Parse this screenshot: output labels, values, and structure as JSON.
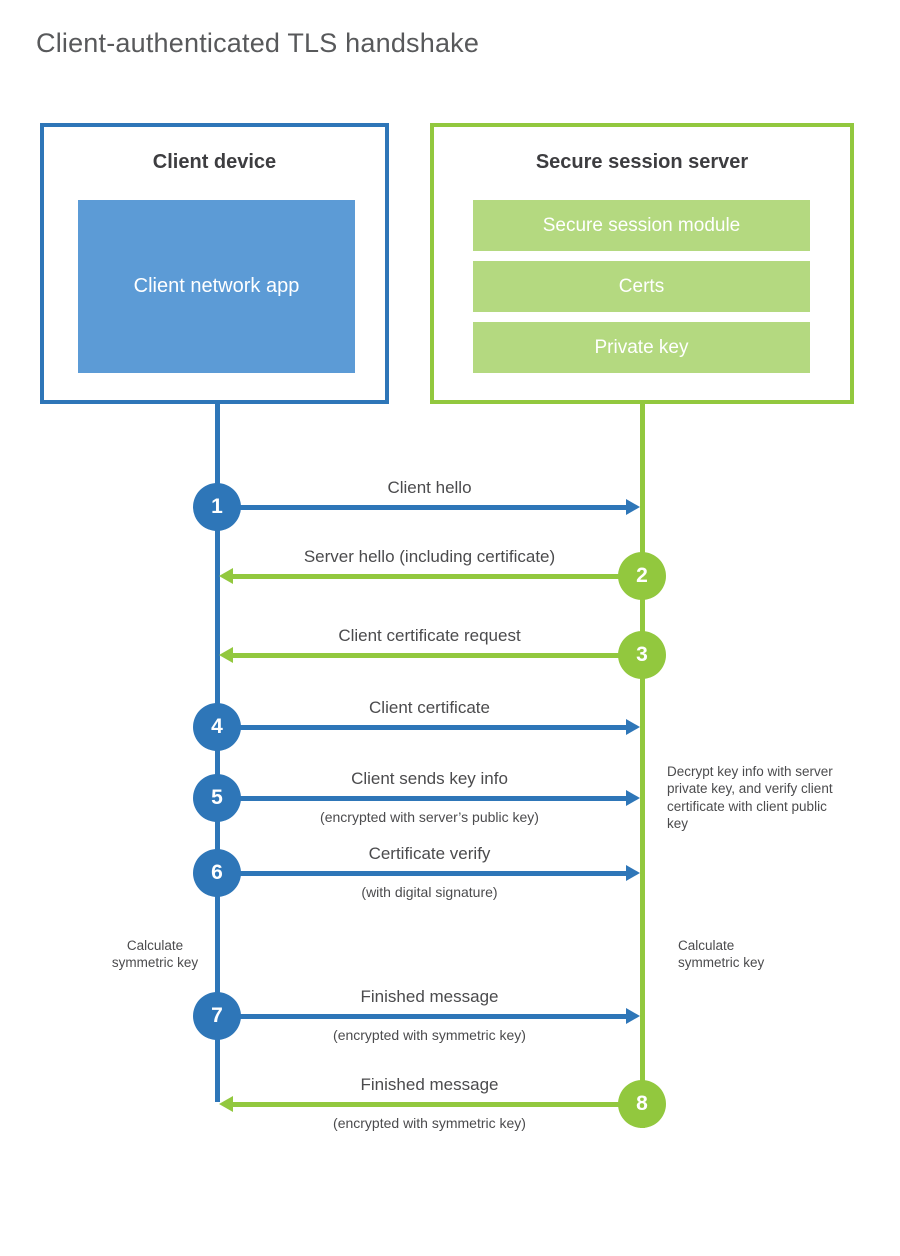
{
  "title": "Client-authenticated TLS handshake",
  "colors": {
    "client_stroke": "#2e76b8",
    "client_fill": "#5c9bd6",
    "server_stroke": "#92c83e",
    "server_fill": "#b4d980",
    "text_dark": "#3d3d40",
    "text_label": "#4b4b4d"
  },
  "actors": {
    "client": {
      "title": "Client device",
      "module": "Client network app"
    },
    "server": {
      "title": "Secure session server",
      "modules": [
        "Secure session module",
        "Certs",
        "Private key"
      ]
    }
  },
  "messages": [
    {
      "number": "1",
      "from": "client",
      "direction": "right",
      "label": "Client hello",
      "sublabel": ""
    },
    {
      "number": "2",
      "from": "server",
      "direction": "left",
      "label": "Server hello (including certificate)",
      "sublabel": ""
    },
    {
      "number": "3",
      "from": "server",
      "direction": "left",
      "label": "Client certificate request",
      "sublabel": ""
    },
    {
      "number": "4",
      "from": "client",
      "direction": "right",
      "label": "Client certificate",
      "sublabel": ""
    },
    {
      "number": "5",
      "from": "client",
      "direction": "right",
      "label": "Client sends key info",
      "sublabel": "(encrypted with server’s public key)"
    },
    {
      "number": "6",
      "from": "client",
      "direction": "right",
      "label": "Certificate verify",
      "sublabel": "(with digital signature)"
    },
    {
      "number": "7",
      "from": "client",
      "direction": "right",
      "label": "Finished message",
      "sublabel": "(encrypted with symmetric key)"
    },
    {
      "number": "8",
      "from": "server",
      "direction": "left",
      "label": "Finished message",
      "sublabel": "(encrypted with symmetric key)"
    }
  ],
  "notes": {
    "decrypt": "Decrypt key info with server private key, and verify client certificate with client public key",
    "calc_left": "Calculate symmetric key",
    "calc_right": "Calculate symmetric key"
  }
}
